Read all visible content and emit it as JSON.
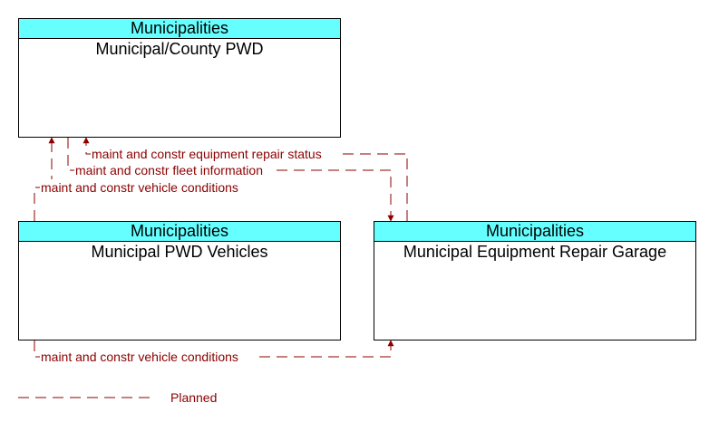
{
  "nodes": [
    {
      "id": "pwd",
      "category": "Municipalities",
      "title": "Municipal/County PWD"
    },
    {
      "id": "vehicles",
      "category": "Municipalities",
      "title": "Municipal PWD Vehicles"
    },
    {
      "id": "garage",
      "category": "Municipalities",
      "title": "Municipal Equipment Repair Garage"
    }
  ],
  "flows": [
    {
      "label": "maint and constr equipment repair status",
      "from": "garage",
      "to": "pwd",
      "status": "Planned"
    },
    {
      "label": "maint and constr fleet information",
      "from": "pwd",
      "to": "garage",
      "status": "Planned"
    },
    {
      "label": "maint and constr vehicle conditions",
      "from": "vehicles",
      "to": "pwd",
      "status": "Planned"
    },
    {
      "label": "maint and constr vehicle conditions",
      "from": "vehicles",
      "to": "garage",
      "status": "Planned"
    }
  ],
  "legend": {
    "planned_label": "Planned"
  },
  "colors": {
    "header_fill": "#66ffff",
    "flow_line": "#8b0000"
  }
}
